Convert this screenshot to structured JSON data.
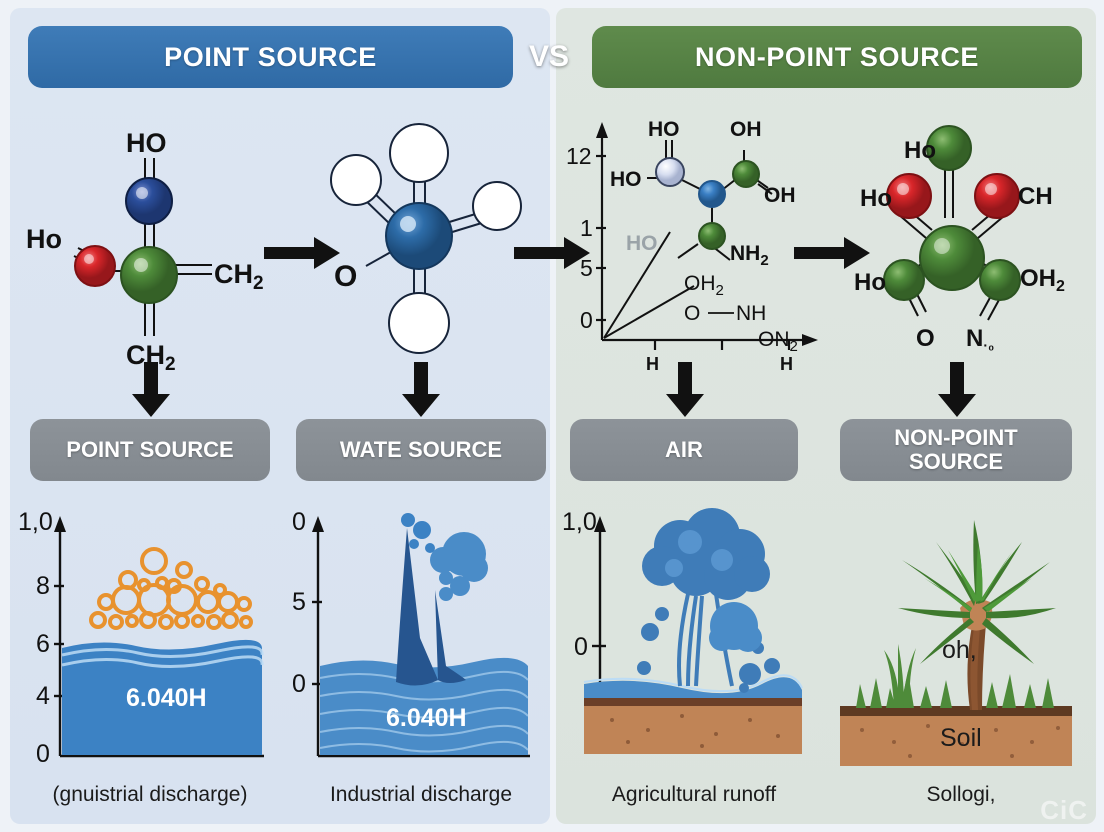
{
  "headers": {
    "left": "POINT SOURCE",
    "vs": "VS",
    "right": "NON-POINT SOURCE"
  },
  "colors": {
    "header_blue": "#3f7cb8",
    "header_green": "#5f8b4c",
    "panel_left_bg": "#dde6f2",
    "panel_right_bg": "#dfe6e1",
    "gray_box": "#8d9399",
    "water_blue": "#3c82c4",
    "bubble_orange": "#e8922e",
    "soil_brown": "#c08456",
    "grass_green": "#4e8b3a",
    "atom_green": "#4e8b3a",
    "atom_blue": "#2b4e9b",
    "atom_red": "#d9262a",
    "atom_steel": "#2d6ca8",
    "atom_white": "#ffffff"
  },
  "molecules": [
    {
      "name": "molecule-acrylic",
      "labels": [
        "HO",
        "Ho",
        "CH₂",
        "CH₂"
      ],
      "atoms": [
        "blue",
        "green",
        "red"
      ]
    },
    {
      "name": "molecule-methane-like",
      "labels": [
        "O"
      ],
      "atoms": [
        "steel-blue",
        "white",
        "white",
        "white",
        "white"
      ]
    },
    {
      "name": "molecule-chart-overlay",
      "labels": [
        "HO",
        "OH",
        "HO",
        "OH",
        "HO",
        "NH₂",
        "OH₂",
        "O",
        "NH",
        "ON₂"
      ],
      "atoms": [
        "pale",
        "blue",
        "green",
        "green"
      ]
    },
    {
      "name": "molecule-green-red",
      "labels": [
        "Ho",
        "Ho",
        "CH",
        "Ho",
        "OH₂",
        "O",
        "N·₀"
      ],
      "atoms": [
        "green",
        "red",
        "red",
        "green",
        "green",
        "green"
      ]
    }
  ],
  "chart_data": [
    {
      "type": "scatter",
      "name": "third-panel-axis",
      "title": "",
      "xlabel": "",
      "ylabel": "",
      "yticks": [
        "12",
        "1",
        "5",
        "0"
      ],
      "xticks": [
        "H",
        "H"
      ],
      "grid": false
    },
    {
      "type": "area",
      "name": "point-source-water-chart",
      "title": "",
      "yticks": [
        "1,0",
        "8",
        "6",
        "4",
        "0"
      ],
      "value_label": "6.040H",
      "caption": "(gnuistrial  discharge)",
      "grid": false
    },
    {
      "type": "area",
      "name": "industrial-discharge-chart",
      "title": "",
      "yticks": [
        "0",
        "5",
        "0"
      ],
      "value_label": "6.040H",
      "caption": "Industrial discharge",
      "grid": false
    },
    {
      "type": "area",
      "name": "agricultural-runoff-chart",
      "title": "",
      "yticks": [
        "1,0",
        "0"
      ],
      "value_label": "",
      "caption": "Agricultural runoff",
      "grid": false
    },
    {
      "type": "area",
      "name": "soil-panel",
      "title": "",
      "yticks": [],
      "labels": [
        "oh,",
        "Soil"
      ],
      "caption": "Sollogi,",
      "grid": false
    }
  ],
  "stage_labels": {
    "box1": "POINT SOURCE",
    "box2": "WATE SOURCE",
    "box3": "AIR",
    "box4": "NON-POINT SOURCE"
  },
  "captions": {
    "c1": "(gnuistrial  discharge)",
    "c2": "Industrial discharge",
    "c3": "Agricultural runoff",
    "c4": "Sollogi,"
  },
  "axis_left_chart": {
    "ticks": [
      "1,0",
      "8",
      "6",
      "4",
      "0"
    ],
    "water_label": "6.040H"
  },
  "axis_second_chart": {
    "ticks": [
      "0",
      "5",
      "0"
    ],
    "water_label": "6.040H"
  },
  "axis_third_chart": {
    "ticks": [
      "1,0",
      "0"
    ]
  },
  "soil_panel": {
    "label_top": "oh,",
    "label_soil": "Soil"
  },
  "mol3_axis": {
    "yticks": [
      "12",
      "1",
      "5",
      "0"
    ],
    "xticks": [
      "H",
      "H"
    ]
  },
  "mol1_labels": {
    "top": "HO",
    "left": "Ho",
    "right": "CH₂",
    "bottom": "CH₂"
  },
  "mol2_labels": {
    "o": "O"
  },
  "mol3_labels": {
    "ho_top": "HO",
    "oh_top": "OH",
    "ho_left": "HO",
    "oh_right": "OH",
    "ho_mid": "HO",
    "nh2": "NH₂",
    "oh2": "OH₂",
    "o": "O",
    "nh": "NH",
    "on2": "ON₂"
  },
  "mol4_labels": {
    "ho_top": "Ho",
    "ho_left": "Ho",
    "ch": "CH",
    "ho_bottom": "Ho",
    "oh2": "OH₂",
    "o": "O",
    "n0": "N·₀"
  },
  "watermark": "CiC"
}
